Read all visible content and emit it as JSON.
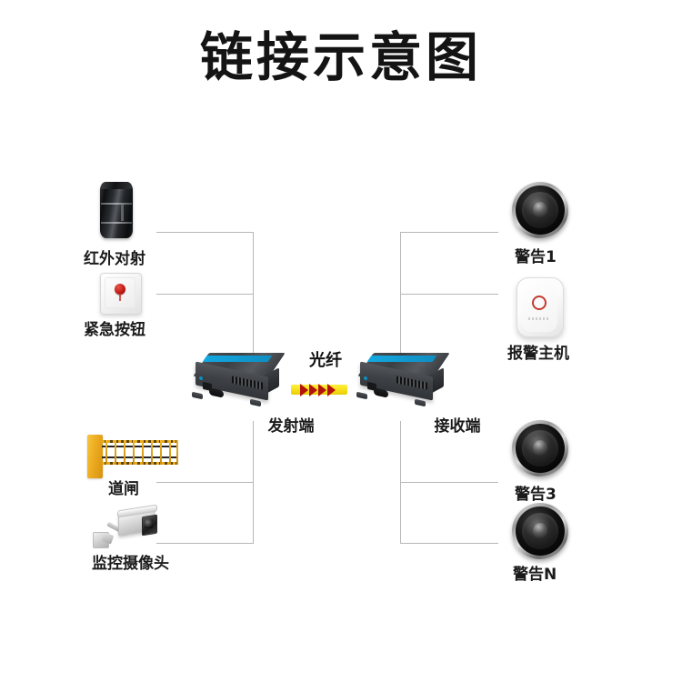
{
  "title": "链接示意图",
  "diagram": {
    "fiber_label": "光纤",
    "transmitter_label": "发射端",
    "receiver_label": "接收端",
    "line_color": "#b7b7b7",
    "accent_blue": "#13a8e0",
    "fiber_yellow": "#f9e21c",
    "arrow_red": "#b2140b"
  },
  "inputs": [
    {
      "id": "ir-beam",
      "label": "红外对射",
      "icon": "infrared-beam-detector-icon"
    },
    {
      "id": "panic",
      "label": "紧急按钮",
      "icon": "emergency-button-icon"
    },
    {
      "id": "barrier",
      "label": "道闸",
      "icon": "barrier-gate-icon"
    },
    {
      "id": "camera",
      "label": "监控摄像头",
      "icon": "surveillance-camera-icon"
    }
  ],
  "outputs": [
    {
      "id": "alarm1",
      "label": "警告1",
      "icon": "speaker-icon"
    },
    {
      "id": "host",
      "label": "报警主机",
      "icon": "alarm-host-icon"
    },
    {
      "id": "alarm3",
      "label": "警告3",
      "icon": "speaker-icon"
    },
    {
      "id": "alarmN",
      "label": "警告N",
      "icon": "speaker-icon"
    }
  ]
}
